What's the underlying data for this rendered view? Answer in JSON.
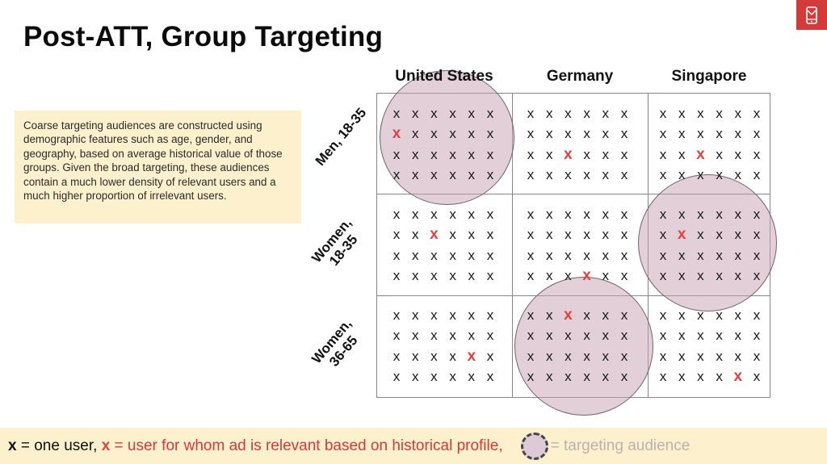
{
  "slide": {
    "title": "Post-ATT, Group Targeting",
    "brand_icon": "mobile-phone-icon",
    "brand_color": "#d33a3a"
  },
  "info_box": {
    "text": "Coarse targeting audiences are constructed using demographic features such as age, gender, and geography, based on average historical value of those groups. Given the broad targeting, these audiences contain a much lower density of relevant users and a much higher proportion of irrelevant users.",
    "background": "#fdf0cd"
  },
  "grid": {
    "columns": [
      "United States",
      "Germany",
      "Singapore"
    ],
    "rows": [
      {
        "label_line1": "Men, 18-35",
        "label_line2": ""
      },
      {
        "label_line1": "Women,",
        "label_line2": "18-35"
      },
      {
        "label_line1": "Women,",
        "label_line2": "36-65"
      }
    ],
    "marks_per_cell": {
      "rows": 4,
      "cols": 6
    },
    "user_glyph": "x",
    "relevant_color": "#e0423e",
    "audience_color": "#dcc6d2"
  },
  "chart_data": {
    "type": "table",
    "title": "Post-ATT, Group Targeting",
    "columns": [
      "United States",
      "Germany",
      "Singapore"
    ],
    "rows": [
      "Men, 18-35",
      "Women, 18-35",
      "Women, 36-65"
    ],
    "users_per_cell": 24,
    "cell_layout": "4 rows x 6 columns of user marks",
    "relevant_users": [
      {
        "segment": "Men, 18-35",
        "country": "United States",
        "row": 2,
        "col": 1
      },
      {
        "segment": "Men, 18-35",
        "country": "Germany",
        "row": 3,
        "col": 3
      },
      {
        "segment": "Men, 18-35",
        "country": "Singapore",
        "row": 3,
        "col": 3
      },
      {
        "segment": "Women, 18-35",
        "country": "United States",
        "row": 2,
        "col": 3
      },
      {
        "segment": "Women, 18-35",
        "country": "Germany",
        "row": 4,
        "col": 4
      },
      {
        "segment": "Women, 18-35",
        "country": "Singapore",
        "row": 2,
        "col": 2
      },
      {
        "segment": "Women, 36-65",
        "country": "United States",
        "row": 3,
        "col": 5
      },
      {
        "segment": "Women, 36-65",
        "country": "Germany",
        "row": 1,
        "col": 3
      },
      {
        "segment": "Women, 36-65",
        "country": "Singapore",
        "row": 4,
        "col": 5
      }
    ],
    "targeting_audiences": [
      {
        "segment": "Men, 18-35",
        "country": "United States"
      },
      {
        "segment": "Women, 18-35",
        "country": "Singapore"
      },
      {
        "segment": "Women, 36-65",
        "country": "Germany"
      }
    ],
    "relevant_per_cell": 1,
    "legend": [
      "x = one user",
      "x (red) = user for whom ad is relevant based on historical profile",
      "circle = targeting audience"
    ]
  },
  "footer": {
    "x_glyph": "x",
    "one_user": " = one user, ",
    "relevant_glyph": "x",
    "relevant_desc": " = user for whom ad is relevant based on historical profile,",
    "audience_desc": "= targeting audience"
  }
}
